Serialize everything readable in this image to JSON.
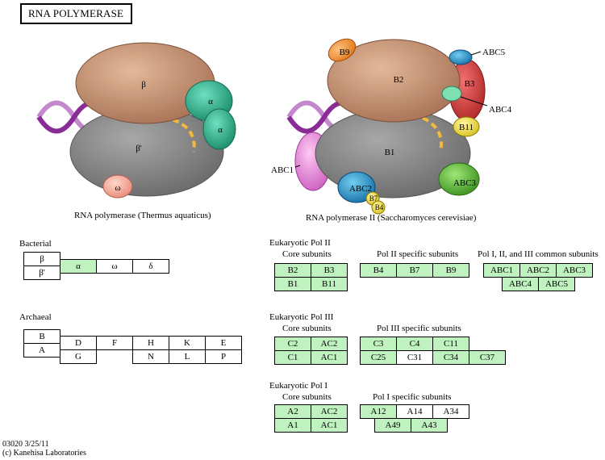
{
  "title": "RNA POLYMERASE",
  "diagrams": {
    "bacterial": {
      "caption": "RNA polymerase (Thermus aquaticus)",
      "labels": {
        "beta": "β",
        "beta_prime": "β'",
        "alpha1": "α",
        "alpha2": "α",
        "omega": "ω"
      }
    },
    "eukaryotic": {
      "caption": "RNA polymerase II (Saccharomyces cerevisiae)",
      "labels": {
        "B2": "B2",
        "B1": "B1",
        "B9": "B9",
        "ABC5": "ABC5",
        "B3": "B3",
        "ABC4": "ABC4",
        "B11": "B11",
        "ABC1": "ABC1",
        "ABC2": "ABC2",
        "ABC3": "ABC3",
        "B7": "B7",
        "B4": "B4"
      }
    }
  },
  "tables": {
    "bacterial": {
      "title": "Bacterial",
      "row1": [
        "β"
      ],
      "row2": [
        "β'",
        "α",
        "ω",
        "δ"
      ]
    },
    "archaeal": {
      "title": "Archaeal",
      "top": [
        "B",
        "D",
        "F",
        "H",
        "K",
        "E"
      ],
      "bottom": [
        "A",
        "G",
        "N",
        "L",
        "P"
      ]
    },
    "pol2": {
      "title": "Eukaryotic Pol II",
      "core_title": "Core subunits",
      "core_row1": [
        "B2",
        "B3"
      ],
      "core_row2": [
        "B1",
        "B11"
      ],
      "specific_title": "Pol II specific subunits",
      "specific": [
        "B4",
        "B7",
        "B9"
      ],
      "common_title": "Pol I, II, and III common subunits",
      "common_row1": [
        "ABC1",
        "ABC2",
        "ABC3"
      ],
      "common_row2": [
        "ABC4",
        "ABC5"
      ]
    },
    "pol3": {
      "title": "Eukaryotic Pol III",
      "core_title": "Core subunits",
      "core_row1": [
        "C2",
        "AC2"
      ],
      "core_row2": [
        "C1",
        "AC1"
      ],
      "specific_title": "Pol III specific subunits",
      "specific_row1": [
        "C3",
        "C4",
        "C11"
      ],
      "specific_row2": [
        "C25",
        "C31",
        "C34",
        "C37"
      ]
    },
    "pol1": {
      "title": "Eukaryotic Pol I",
      "core_title": "Core subunits",
      "core_row1": [
        "A2",
        "AC2"
      ],
      "core_row2": [
        "A1",
        "AC1"
      ],
      "specific_title": "Pol I specific subunits",
      "specific_row1": [
        "A12",
        "A14",
        "A34"
      ],
      "specific_row2": [
        "A49",
        "A43"
      ]
    }
  },
  "footer": {
    "line1": "03020 3/25/11",
    "line2": "(c) Kanehisa Laboratories"
  },
  "colors": {
    "beta": "#c8987a",
    "beta_prime": "#8c8c8c",
    "alpha": "#2fb890",
    "omega": "#f7b8a8",
    "dna1": "#8a2c96",
    "dna2": "#c489cc",
    "rna": "#f4b93a",
    "b9": "#f59a40",
    "abc5": "#2a8cd0",
    "b3": "#dc3f3f",
    "abc4": "#7ee0b0",
    "b11": "#f5e84a",
    "abc1": "#ee8ce0",
    "abc2": "#2aa0d0",
    "abc3": "#60c040",
    "green": "#bff2bf"
  }
}
